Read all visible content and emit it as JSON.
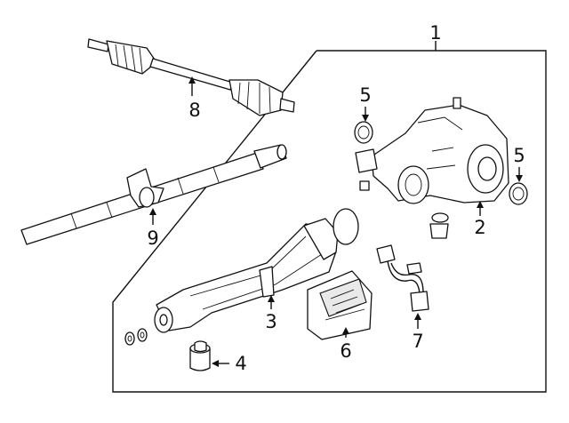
{
  "diagram": {
    "callouts": [
      {
        "id": "c1",
        "label": "1"
      },
      {
        "id": "c2",
        "label": "2"
      },
      {
        "id": "c3",
        "label": "3"
      },
      {
        "id": "c4",
        "label": "4"
      },
      {
        "id": "c5a",
        "label": "5"
      },
      {
        "id": "c5b",
        "label": "5"
      },
      {
        "id": "c6",
        "label": "6"
      },
      {
        "id": "c7",
        "label": "7"
      },
      {
        "id": "c8",
        "label": "8"
      },
      {
        "id": "c9",
        "label": "9"
      }
    ]
  }
}
